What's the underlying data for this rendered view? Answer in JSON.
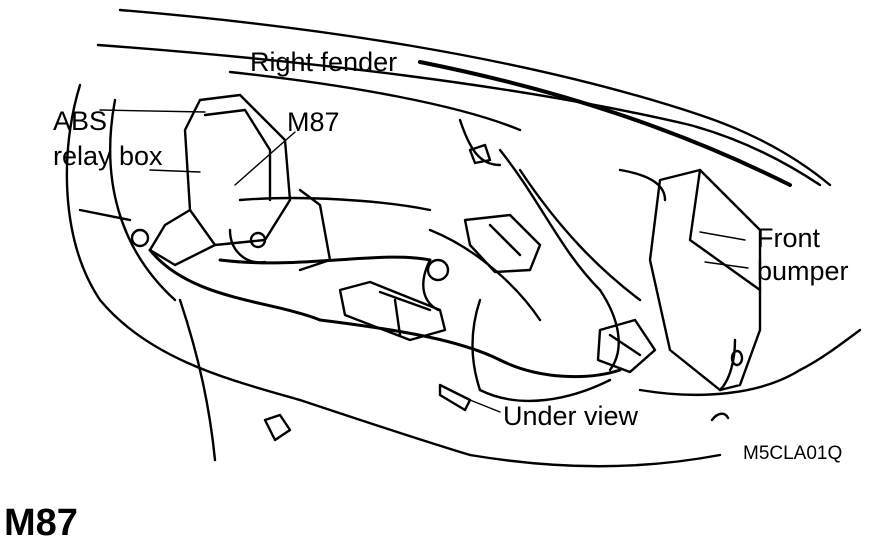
{
  "labels": {
    "right_fender": "Right fender",
    "abs_line1": "ABS",
    "abs_line2": "relay box",
    "m87": "M87",
    "front_line1": "Front",
    "front_line2": "bumper",
    "under_view": "Under view",
    "figure_code": "M5CLA01Q"
  },
  "connector_title": "M87"
}
